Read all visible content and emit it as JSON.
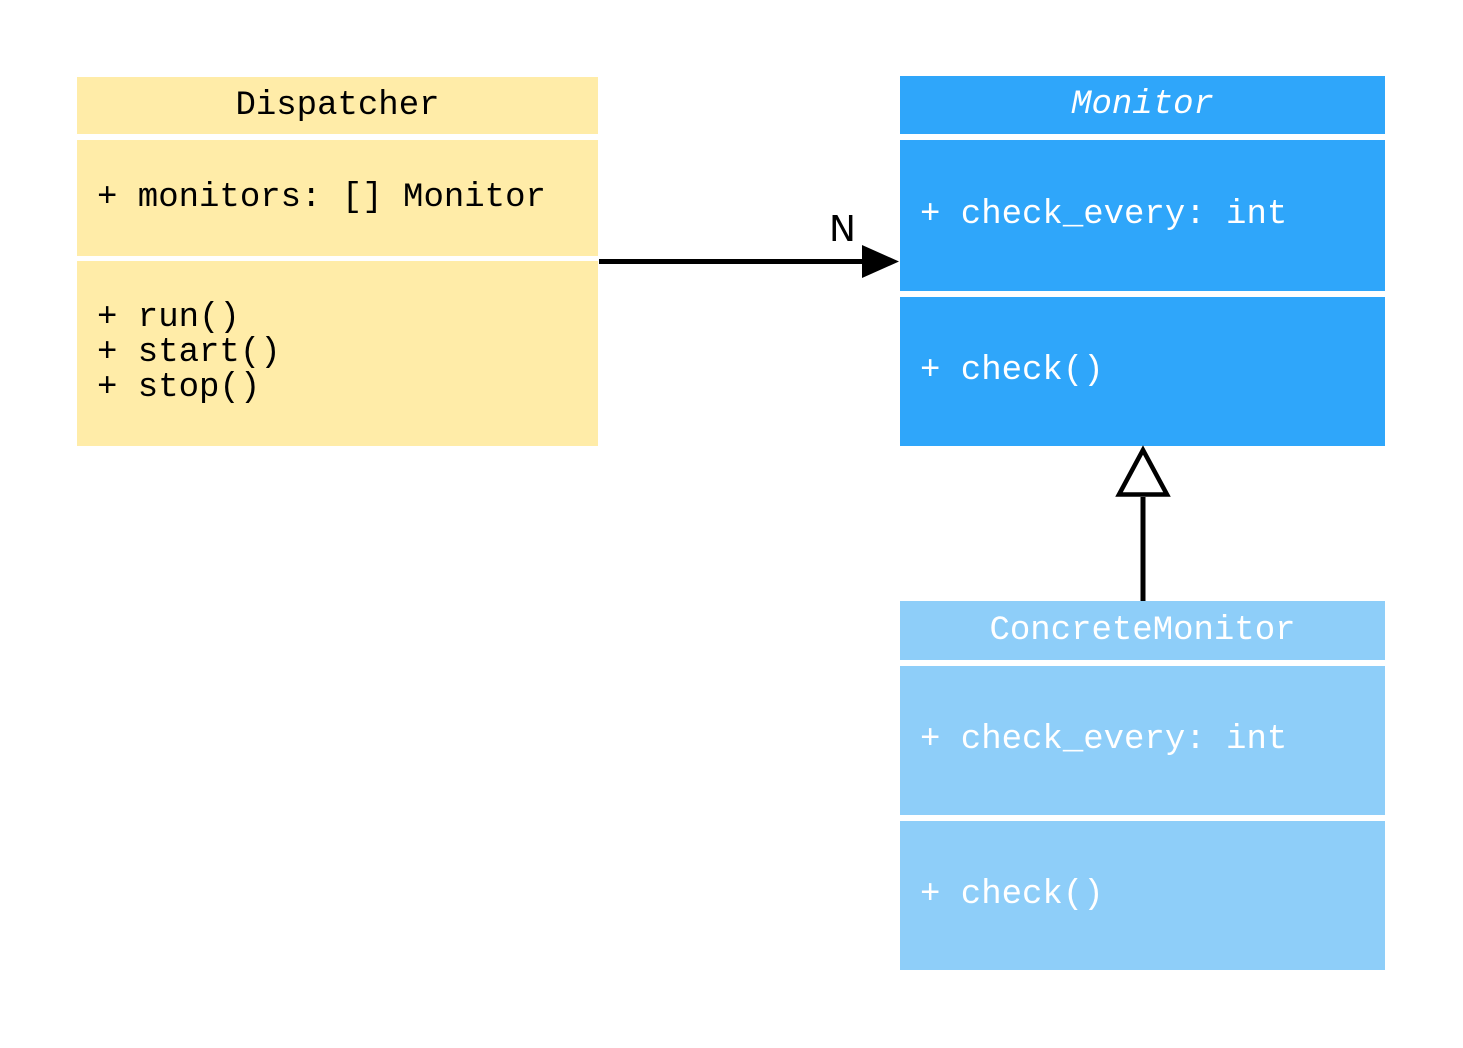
{
  "diagram": {
    "type": "uml-class-diagram",
    "background_color": "#FFFFFF",
    "line_color": "#000000",
    "classes": [
      {
        "name": "Dispatcher",
        "abstract": false,
        "fill_color": "#FFECA8",
        "text_color": "#000000",
        "attributes": [
          "+ monitors: [] Monitor"
        ],
        "methods": [
          "+ run()",
          "+ start()",
          "+ stop()"
        ]
      },
      {
        "name": "Monitor",
        "abstract": true,
        "fill_color": "#2FA6FA",
        "text_color": "#FFFFFF",
        "attributes": [
          "+ check_every: int"
        ],
        "methods": [
          "+ check()"
        ]
      },
      {
        "name": "ConcreteMonitor",
        "abstract": false,
        "fill_color": "#8ECEF9",
        "text_color": "#FFFFFF",
        "attributes": [
          "+ check_every: int"
        ],
        "methods": [
          "+ check()"
        ]
      }
    ],
    "relations": [
      {
        "type": "directed-association",
        "from": "Dispatcher",
        "to": "Monitor",
        "label": "N"
      },
      {
        "type": "inheritance",
        "from": "ConcreteMonitor",
        "to": "Monitor",
        "label": ""
      }
    ]
  }
}
